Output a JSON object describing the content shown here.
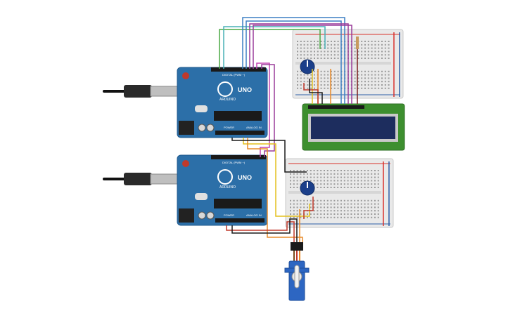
{
  "boards": [
    {
      "id": "arduino-1",
      "model": "UNO",
      "brand": "ARDUINO",
      "digital": "DIGITAL (PWM ~)",
      "power": "POWER",
      "analog": "ANALOG IN"
    },
    {
      "id": "arduino-2",
      "model": "UNO",
      "brand": "ARDUINO",
      "digital": "DIGITAL (PWM ~)",
      "power": "POWER",
      "analog": "ANALOG IN"
    }
  ],
  "colors": {
    "board": "#2c6fa8",
    "board_dark": "#1f5a8d",
    "breadboard": "#e9e9e9",
    "rail_red": "#d9322c",
    "rail_blue": "#2d5ea8",
    "lcd_frame": "#3d8f2f",
    "lcd_screen": "#1d2d5e",
    "servo": "#2d66c2",
    "pot": "#1b3f8a"
  },
  "wire_colors": {
    "green": "#4aa844",
    "teal": "#49b0b6",
    "blue": "#3b7fc4",
    "purple": "#9a3c9a",
    "magenta": "#c244b0",
    "red": "#c0392b",
    "black": "#1a1a1a",
    "orange": "#e88b2a",
    "yellow": "#e3c11f",
    "dark_red": "#7a1d1d"
  }
}
